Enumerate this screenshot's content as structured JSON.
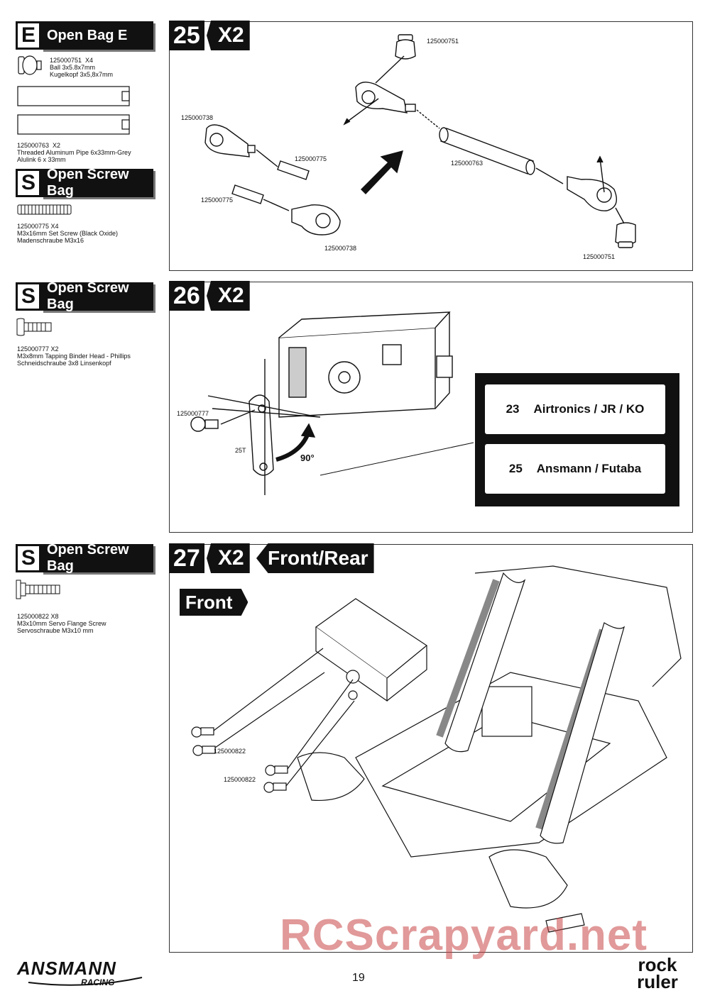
{
  "left_column": {
    "bag_e": {
      "letter": "E",
      "title": "Open Bag E"
    },
    "part_751": {
      "text": "125000751  X4\nBall 3x5.8x7mm\nKugelkopf 3x5,8x7mm"
    },
    "part_763": {
      "text": "125000763  X2\nThreaded Aluminum Pipe 6x33mm-Grey\nAlulink 6 x 33mm"
    },
    "screw_bag_1": {
      "letter": "S",
      "title": "Open Screw Bag"
    },
    "part_775": {
      "text": "125000775 X4\nM3x16mm Set Screw (Black Oxide)\nMadenschraube M3x16"
    },
    "screw_bag_2": {
      "letter": "S",
      "title": "Open Screw Bag"
    },
    "part_777": {
      "text": "125000777 X2\nM3x8mm Tapping Binder Head - Phillips\nSchneidschraube 3x8 Linsenkopf"
    },
    "screw_bag_3": {
      "letter": "S",
      "title": "Open Screw Bag"
    },
    "part_822": {
      "text": "125000822 X8\nM3x10mm Servo Flange Screw\nServoschraube M3x10 mm"
    }
  },
  "step25": {
    "number": "25",
    "multiplier": "X2",
    "labels": [
      "125000751",
      "125000738",
      "125000775",
      "125000763",
      "125000775",
      "125000738",
      "125000751"
    ]
  },
  "step26": {
    "number": "26",
    "multiplier": "X2",
    "screw_label": "125000777",
    "horn_label": "25T",
    "angle": "90°",
    "servo_options": [
      {
        "num": "23",
        "brand": "Airtronics / JR / KO"
      },
      {
        "num": "25",
        "brand": "Ansmann / Futaba"
      }
    ]
  },
  "step27": {
    "number": "27",
    "multiplier": "X2",
    "title": "Front/Rear",
    "subtitle": "Front",
    "labels": [
      "125000822",
      "125000822"
    ]
  },
  "footer": {
    "brand": "ANSMANN",
    "brand_sub": "RACING",
    "page_number": "19",
    "product_logo": "rock ruler",
    "watermark": "RCScrapyard.net"
  }
}
